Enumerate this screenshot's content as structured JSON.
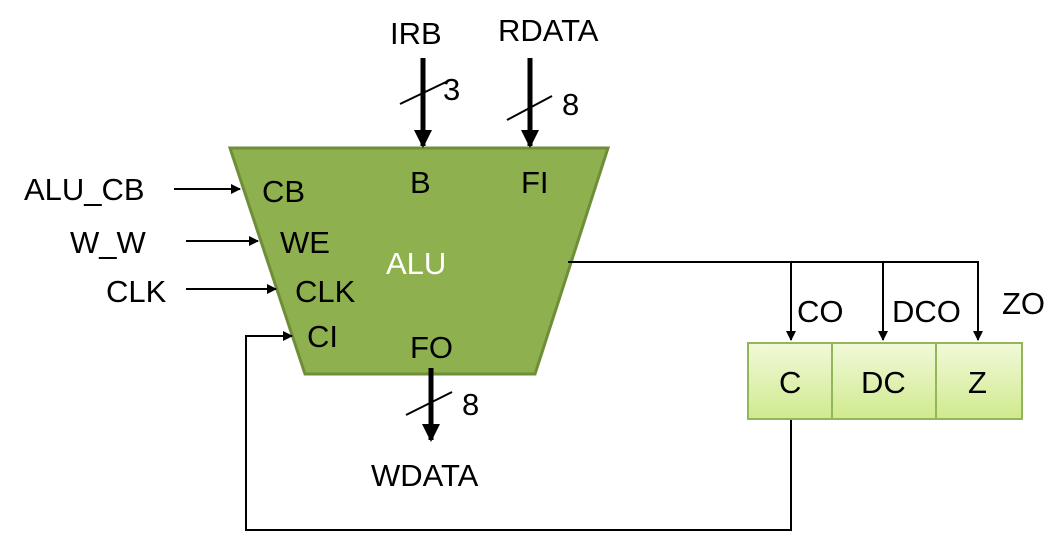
{
  "colors": {
    "alu_fill": "#8FB04F",
    "alu_stroke": "#6E8F38",
    "flag_fill_top": "#F2F9D9",
    "flag_fill_bottom": "#CFEA8E",
    "flag_stroke": "#93B65A"
  },
  "alu": {
    "name": "ALU",
    "ports": {
      "cb": "CB",
      "we": "WE",
      "clk": "CLK",
      "ci": "CI",
      "b": "B",
      "fi": "FI",
      "fo": "FO"
    }
  },
  "inputs": {
    "irb": {
      "label": "IRB",
      "width": "3"
    },
    "rdata": {
      "label": "RDATA",
      "width": "8"
    },
    "alu_cb": "ALU_CB",
    "w_w": "W_W",
    "clk": "CLK"
  },
  "output": {
    "label": "WDATA",
    "width": "8"
  },
  "flag_outputs": {
    "co": "CO",
    "dco": "DCO",
    "zo": "ZO"
  },
  "flags": {
    "c": "C",
    "dc": "DC",
    "z": "Z"
  }
}
